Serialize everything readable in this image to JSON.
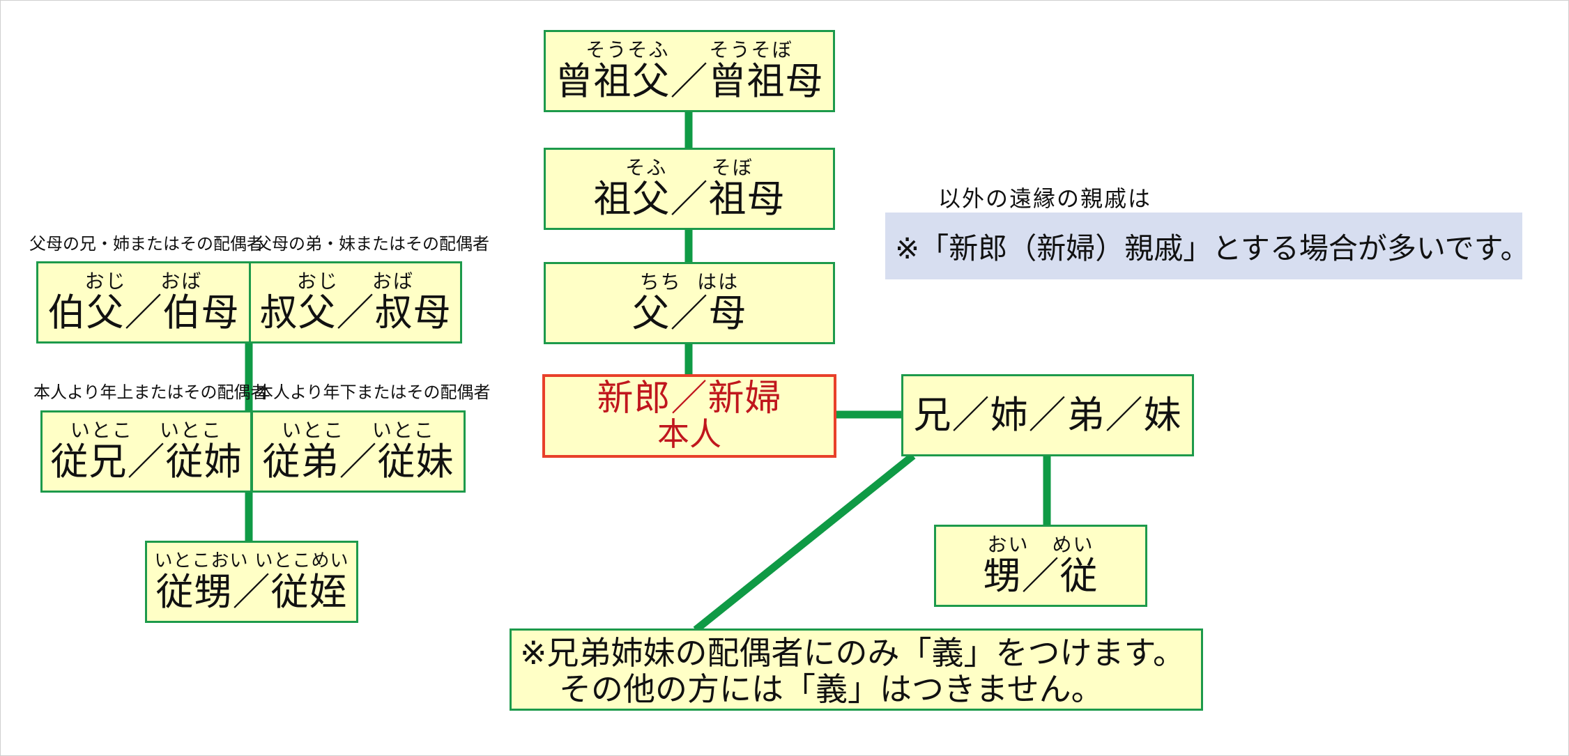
{
  "diagram": {
    "great_grandparents": {
      "ruby_left": "そうそふ",
      "ruby_right": "そうそぼ",
      "label": "曾祖父／曾祖母"
    },
    "grandparents": {
      "ruby_left": "そふ",
      "ruby_right": "そぼ",
      "label": "祖父／祖母"
    },
    "parents": {
      "ruby_left": "ちち",
      "ruby_right": "はは",
      "label": "父／母"
    },
    "self": {
      "label": "新郎／新婦",
      "sub": "本人"
    },
    "siblings": {
      "label": "兄／姉／弟／妹"
    },
    "nephew_niece": {
      "ruby_left": "おい",
      "ruby_right": "めい",
      "label": "甥／従"
    },
    "uncle_aunt_older": {
      "note": "父母の兄・姉またはその配偶者",
      "ruby_left": "おじ",
      "ruby_right": "おば",
      "label": "伯父／伯母"
    },
    "uncle_aunt_younger": {
      "note": "父母の弟・妹またはその配偶者",
      "ruby_left": "おじ",
      "ruby_right": "おば",
      "label": "叔父／叔母"
    },
    "cousins_older": {
      "note": "本人より年上またはその配偶者",
      "ruby_left": "いとこ",
      "ruby_right": "いとこ",
      "label": "従兄／従姉"
    },
    "cousins_younger": {
      "note": "本人より年下またはその配偶者",
      "ruby_left": "いとこ",
      "ruby_right": "いとこ",
      "label": "従弟／従妹"
    },
    "cousin_children": {
      "ruby_left": "いとこおい",
      "ruby_right": "いとこめい",
      "label": "従甥／従姪"
    },
    "distant_label": "以外の遠縁の親戚は",
    "distant_note": "※「新郎（新婦）親戚」とする場合が多いです。",
    "bottom_note": {
      "line1": "※兄弟姉妹の配偶者にのみ「義」をつけます。",
      "line2": "その他の方には「義」はつきません。"
    }
  },
  "colors": {
    "box_fill": "#ffffc6",
    "box_border": "#1d9a4b",
    "connector": "#0f9a45",
    "self_border": "#e8402a",
    "self_text": "#c0161d",
    "note_fill": "#d7def0"
  }
}
